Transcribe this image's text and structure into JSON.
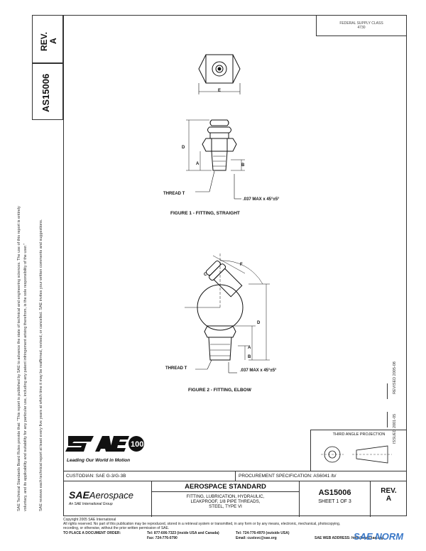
{
  "doc": {
    "number": "AS15006",
    "rev_label": "REV.",
    "rev_value": "A",
    "sheet": "SHEET 1 OF 3",
    "issued": "ISSUED 2001-05",
    "revised": "REVISED 2005-08",
    "code_box": [
      "FEDERAL SUPPLY CLASS",
      "4730"
    ]
  },
  "figures": {
    "fig1_caption": "FIGURE 1 - FITTING, STRAIGHT",
    "fig2_caption": "FIGURE 2 - FITTING, ELBOW",
    "labels": {
      "E": "E",
      "D": "D",
      "A": "A",
      "B": "B",
      "C": "C",
      "F": "F",
      "thread": "THREAD T",
      "chamfer": ".037 MAX x 45°±5°"
    }
  },
  "projection": {
    "title": "THIRD ANGLE PROJECTION"
  },
  "logo": {
    "mark": "SAE100",
    "tagline": "Leading Our World in Motion"
  },
  "title_block": {
    "custodian": "CUSTODIAN: SAE G-3/G-3B",
    "procurement": "PROCUREMENT SPECIFICATION: AS6041 /b/",
    "brand_sae": "SAE",
    "brand_aero": "Aerospace",
    "brand_sub": "An SAE International Group",
    "heading": "AEROSPACE STANDARD",
    "desc": [
      "FITTING, LUBRICATION, HYDRAULIC,",
      "LEAKPROOF, 1/8 PIPE THREADS,",
      "STEEL, TYPE VI"
    ]
  },
  "side_notice": [
    "SAE Technical Standards Board Rules provide that: \"This report is published by SAE to advance the state of technical and engineering sciences. The use of this report is entirely",
    "voluntary, and its applicability and suitability for any particular use, including any patent infringement arising therefrom, is the sole responsibility of the user.\"",
    "SAE reviews each technical report at least every five years at which time it may be reaffirmed, revised, or cancelled. SAE invites your written comments and suggestions."
  ],
  "footer": {
    "copyright": "Copyright 2005 SAE International",
    "rights": "All rights reserved. No part of this publication may be reproduced, stored in a retrieval system or transmitted, in any form or by any means, electronic, mechanical, photocopying,",
    "rights2": "recording, or otherwise, without the prior written permission of SAE.",
    "order": "TO PLACE A DOCUMENT ORDER:",
    "tel1": "Tel:  877-606-7323 (inside USA and Canada)",
    "tel2": "Tel:  724-776-4970 (outside USA)",
    "fax": "Fax:  724-776-0790",
    "email": "Email:  custsvc@sae.org",
    "web": "SAE WEB ADDRESS:  http://www.sae.org"
  },
  "watermark": {
    "text": "SAE NORM"
  }
}
